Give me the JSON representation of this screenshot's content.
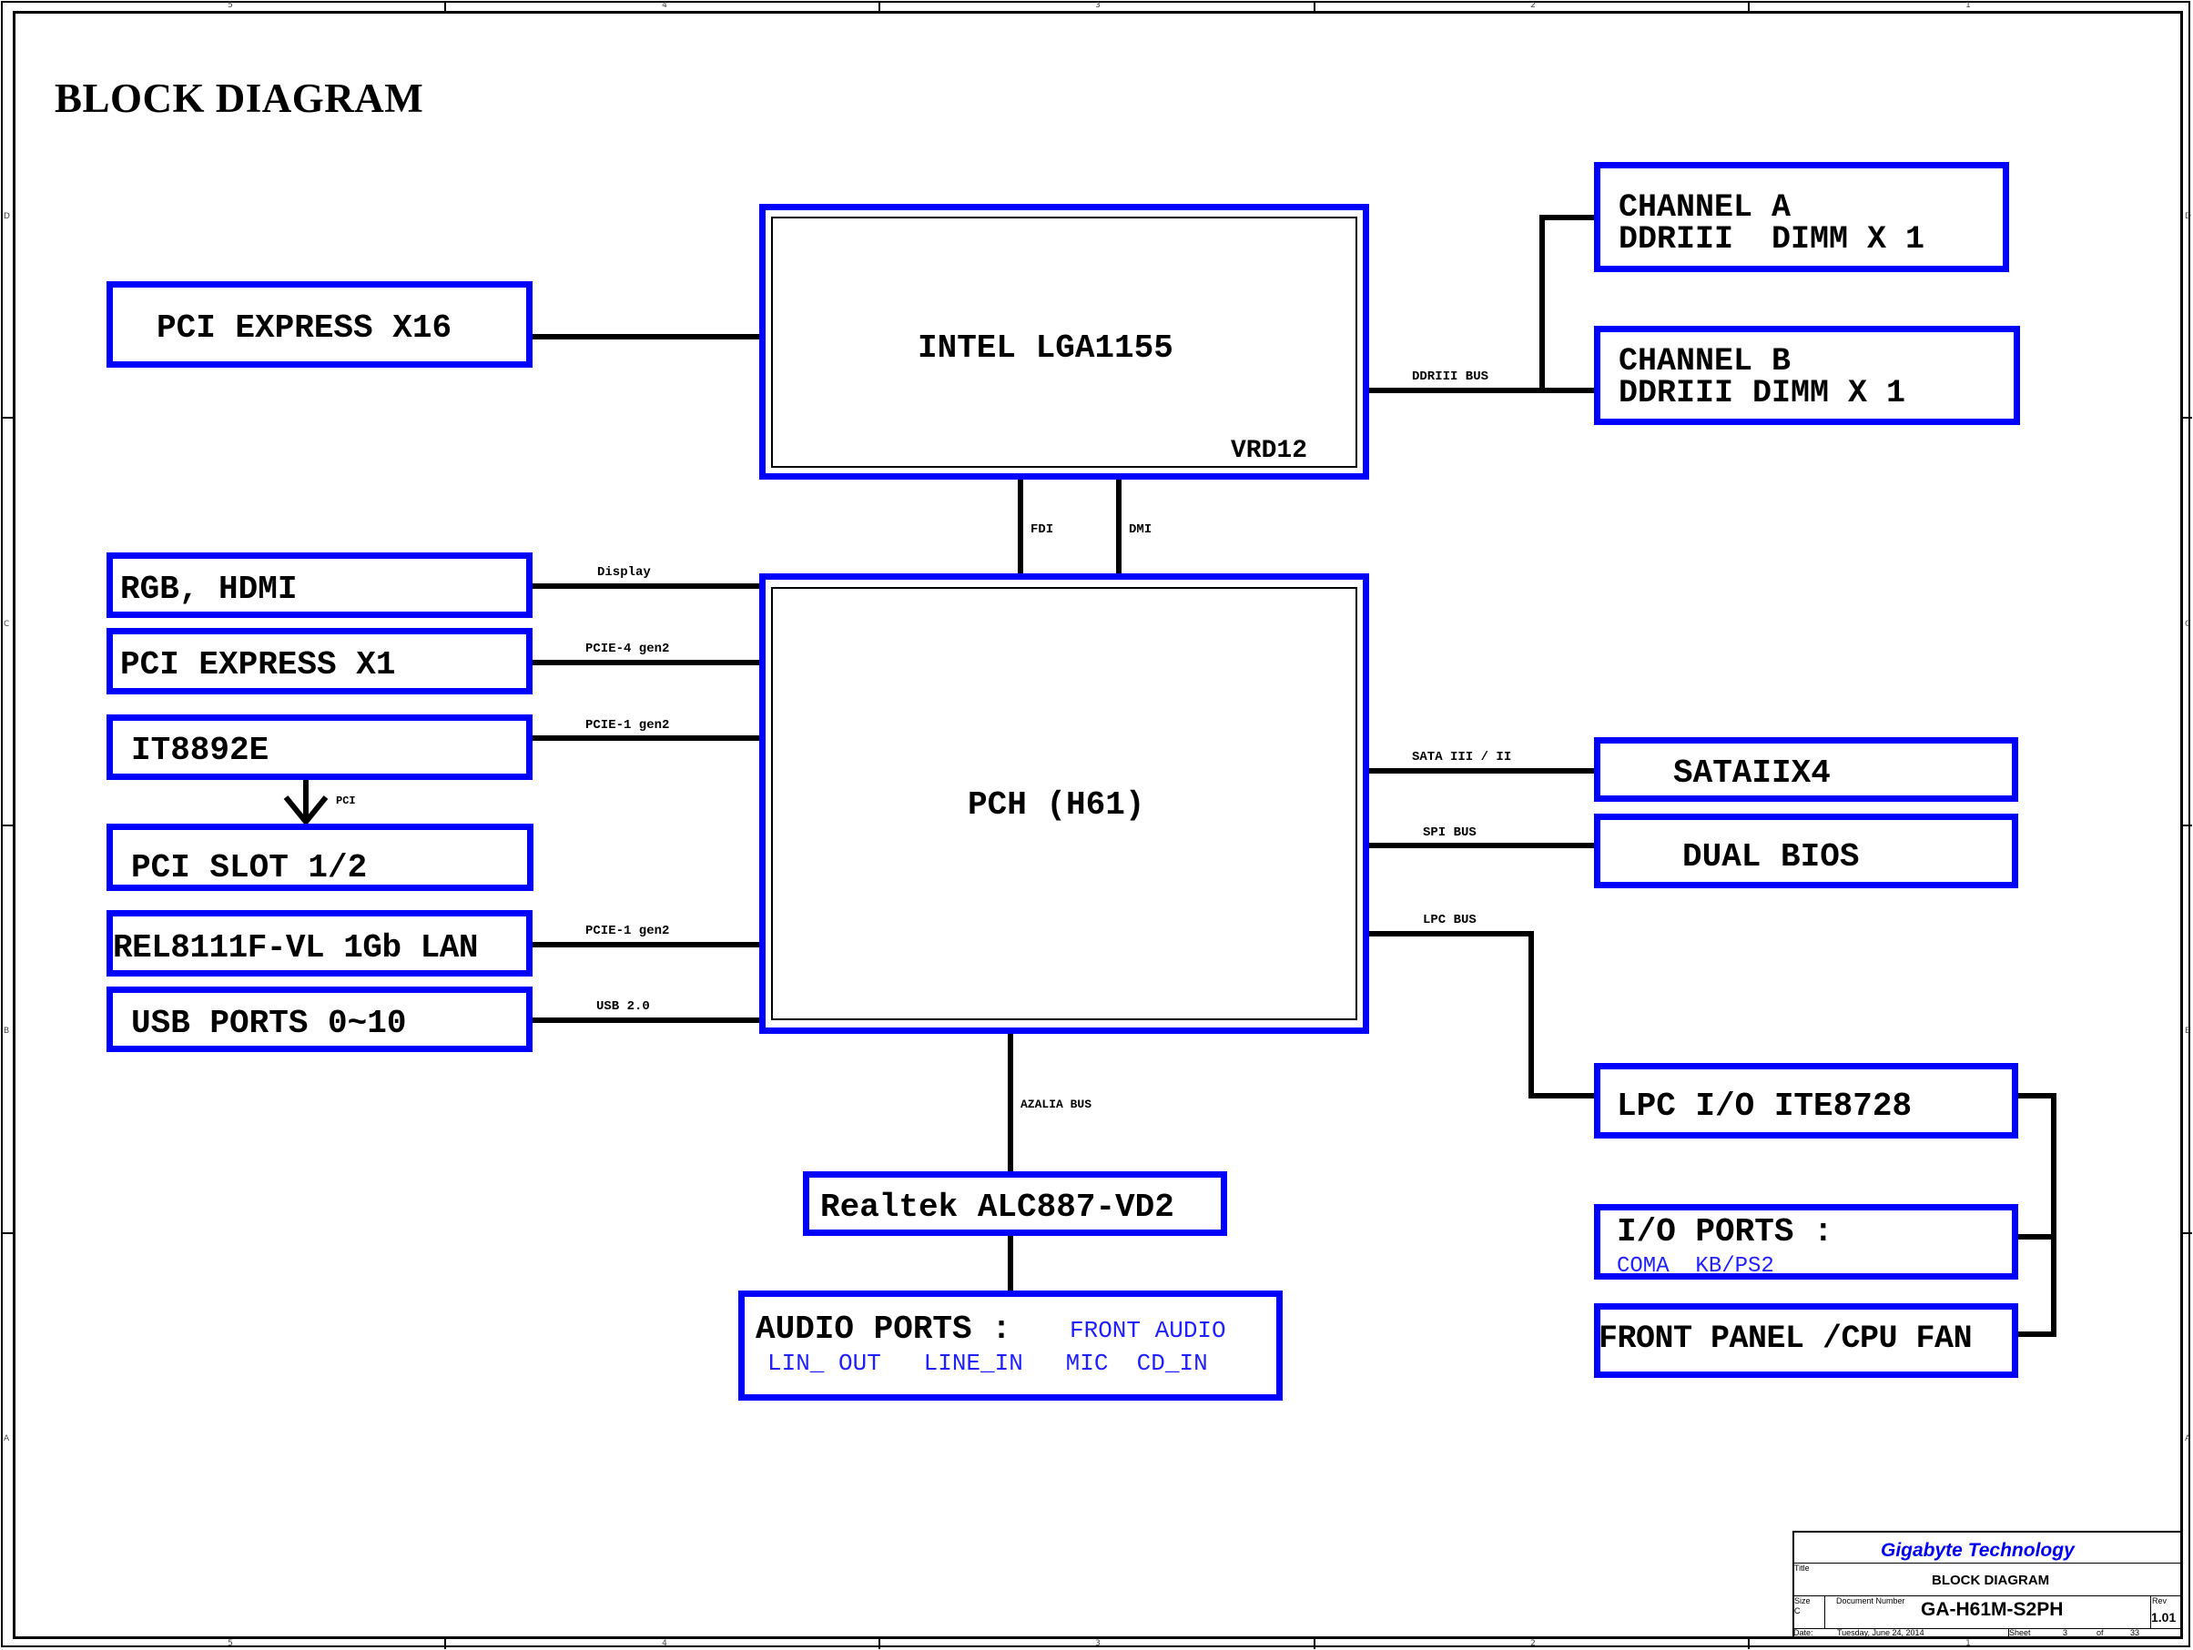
{
  "page": {
    "title": "BLOCK DIAGRAM"
  },
  "ruler": {
    "columns": [
      "5",
      "4",
      "3",
      "2",
      "1"
    ],
    "rows": [
      "D",
      "C",
      "B",
      "A"
    ]
  },
  "blocks": {
    "pcie_x16": "PCI EXPRESS X16",
    "cpu": "INTEL LGA1155",
    "cpu_vr": "VRD12",
    "channel_a_line1": "CHANNEL A",
    "channel_a_line2": "DDRIII  DIMM X 1",
    "channel_b_line1": "CHANNEL B",
    "channel_b_line2": "DDRIII DIMM X 1",
    "pch": "PCH (H61)",
    "rgb_hdmi": "RGB, HDMI",
    "pcie_x1": "PCI EXPRESS X1",
    "it8892e": "IT8892E",
    "pci_slot": "PCI SLOT 1/2",
    "lan": "REL8111F-VL 1Gb LAN",
    "usb": "USB PORTS 0~10",
    "sata": "SATAIIX4",
    "bios": "DUAL BIOS",
    "lpc_io": "LPC I/O ITE8728",
    "io_ports": "I/O PORTS :",
    "io_ports_sub": "COMA  KB/PS2",
    "front_panel": "FRONT PANEL /CPU FAN",
    "codec": "Realtek ALC887-VD2",
    "audio_ports": "AUDIO PORTS :",
    "audio_front": "FRONT AUDIO",
    "audio_sub": "LIN_ OUT   LINE_IN   MIC  CD_IN"
  },
  "buses": {
    "ddr": "DDRIII BUS",
    "fdi": "FDI",
    "dmi": "DMI",
    "display": "Display",
    "pcie4": "PCIE-4 gen2",
    "pcie1_bridge": "PCIE-1 gen2",
    "pci": "PCI",
    "pcie1_lan": "PCIE-1 gen2",
    "usb": "USB 2.0",
    "sata": "SATA III / II",
    "spi": "SPI BUS",
    "lpc": "LPC BUS",
    "azalia": "AZALIA BUS"
  },
  "title_block": {
    "company": "Gigabyte Technology",
    "title_label": "Title",
    "title": "BLOCK DIAGRAM",
    "size_label": "Size",
    "size": "C",
    "docnum_label": "Document Number",
    "docnum": "GA-H61M-S2PH",
    "rev_label": "Rev",
    "rev": "1.01",
    "date_label": "Date:",
    "date": "Tuesday, June 24, 2014",
    "sheet_label": "Sheet",
    "sheet": "3",
    "of_label": "of",
    "total_sheets": "33"
  },
  "colors": {
    "block_border": "#0000ff",
    "wire": "#000000",
    "sub_text": "#2020ff",
    "company": "#0000ee"
  }
}
